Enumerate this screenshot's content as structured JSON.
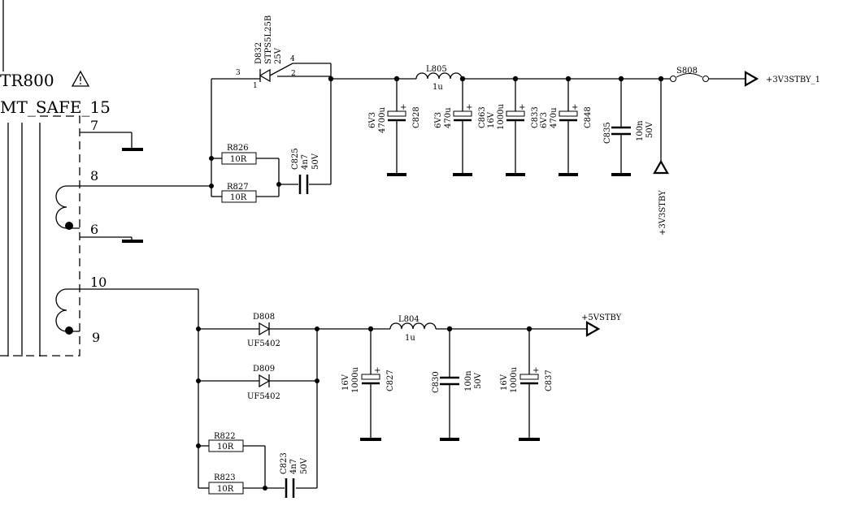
{
  "transformer": {
    "ref": "TR800",
    "type": "MT_SAFE_15",
    "warning_icon": "warning-triangle-icon",
    "pins": {
      "p7": "7",
      "p8": "8",
      "p6": "6",
      "p10": "10",
      "p9": "9"
    }
  },
  "rail_3v3": {
    "diode": {
      "ref": "D832",
      "part": "STPS5L25B",
      "rating": "25V",
      "pin3": "3",
      "pin1": "1",
      "pin2": "2",
      "pin4": "4"
    },
    "r826": {
      "ref": "R826",
      "value": "10R"
    },
    "r827": {
      "ref": "R827",
      "value": "10R"
    },
    "c825": {
      "ref": "C825",
      "value": "4n7",
      "voltage": "50V"
    },
    "l805": {
      "ref": "L805",
      "value": "1u"
    },
    "c828": {
      "ref": "C828",
      "value": "4700u",
      "voltage": "6V3"
    },
    "c863": {
      "ref": "C863",
      "value": "470u",
      "voltage": "6V3"
    },
    "c833": {
      "ref": "C833",
      "value": "1000u",
      "voltage": "16V"
    },
    "c848": {
      "ref": "C848",
      "value": "470u",
      "voltage": "6V3"
    },
    "c835": {
      "ref": "C835",
      "value": "100n",
      "voltage": "50V"
    },
    "s808": {
      "ref": "S808"
    },
    "net_out": "+3V3STBY_1",
    "net_up": "+3V3STBY"
  },
  "rail_5v": {
    "d808": {
      "ref": "D808",
      "part": "UF5402"
    },
    "d809": {
      "ref": "D809",
      "part": "UF5402"
    },
    "r822": {
      "ref": "R822",
      "value": "10R"
    },
    "r823": {
      "ref": "R823",
      "value": "10R"
    },
    "c823": {
      "ref": "C823",
      "value": "4n7",
      "voltage": "50V"
    },
    "l804": {
      "ref": "L804",
      "value": "1u"
    },
    "c827": {
      "ref": "C827",
      "value": "1000u",
      "voltage": "16V"
    },
    "c830": {
      "ref": "C830",
      "value": "100n",
      "voltage": "50V"
    },
    "c837": {
      "ref": "C837",
      "value": "1000u",
      "voltage": "16V"
    },
    "net_out": "+5VSTBY"
  },
  "polarity_mark": "+"
}
